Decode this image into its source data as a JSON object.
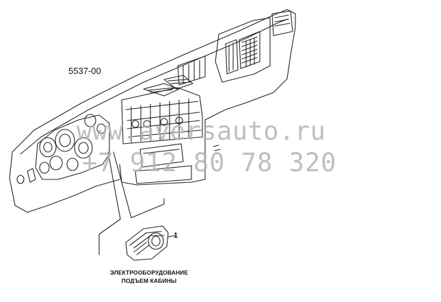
{
  "diagram": {
    "model_code": "5537-00",
    "callout_number": "1",
    "caption_lines": [
      "ЭЛЕКТРООБОРУДОВАНИЕ",
      "ПОДЪЕМ КАБИНЫ"
    ]
  },
  "watermark": {
    "url": "www.aversauto.ru",
    "phone": "+7 912 80 78 320"
  },
  "colors": {
    "line": "#222222",
    "watermark": "#b4b4b4",
    "background": "#ffffff"
  }
}
